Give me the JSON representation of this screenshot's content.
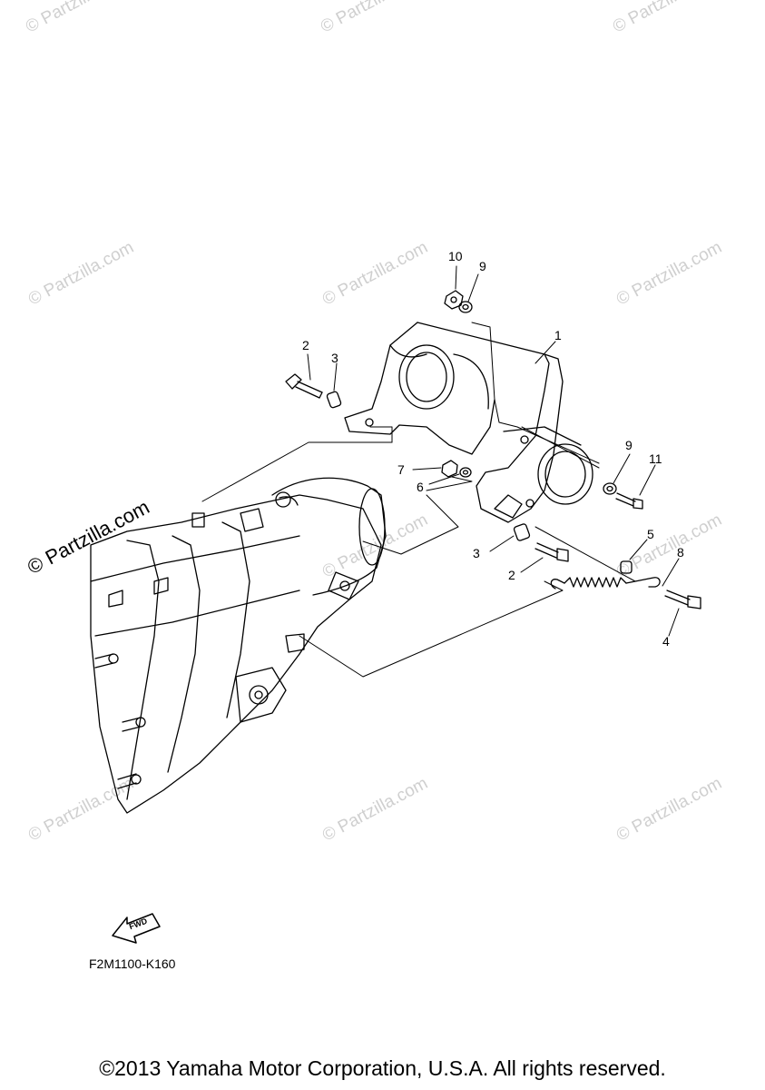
{
  "watermarks": {
    "text": "© Partzilla.com",
    "main_text": "© Partzilla.com"
  },
  "callouts": [
    {
      "id": "c10",
      "label": "10"
    },
    {
      "id": "c9a",
      "label": "9"
    },
    {
      "id": "c1",
      "label": "1"
    },
    {
      "id": "c2a",
      "label": "2"
    },
    {
      "id": "c3a",
      "label": "3"
    },
    {
      "id": "c7",
      "label": "7"
    },
    {
      "id": "c6",
      "label": "6"
    },
    {
      "id": "c9b",
      "label": "9"
    },
    {
      "id": "c11",
      "label": "11"
    },
    {
      "id": "c5",
      "label": "5"
    },
    {
      "id": "c8",
      "label": "8"
    },
    {
      "id": "c3b",
      "label": "3"
    },
    {
      "id": "c2b",
      "label": "2"
    },
    {
      "id": "c4",
      "label": "4"
    }
  ],
  "fwd_label": "FWD",
  "ref_code": "F2M1100-K160",
  "copyright": "©2013 Yamaha Motor Corporation, U.S.A. All rights reserved.",
  "colors": {
    "line": "#000000",
    "watermark": "#cfcfcf",
    "background": "#ffffff"
  }
}
